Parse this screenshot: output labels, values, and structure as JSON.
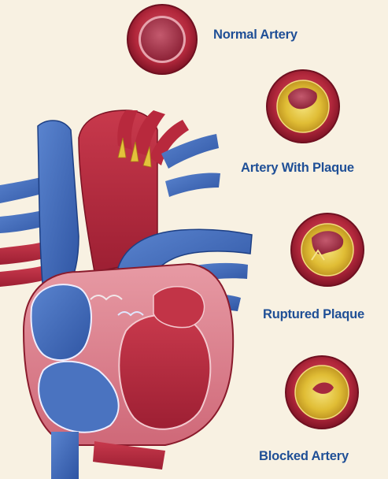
{
  "labels": {
    "normal_artery": "Normal Artery",
    "artery_with_plaque": "Artery With Plaque",
    "ruptured_plaque": "Ruptured Plaque",
    "blocked_artery": "Blocked Artery"
  },
  "colors": {
    "background": "#f8f1e2",
    "label_text": "#1f4f96",
    "artery_red": "#b5283d",
    "vein_blue": "#3a66b4",
    "plaque_yellow": "#e3c23b"
  }
}
